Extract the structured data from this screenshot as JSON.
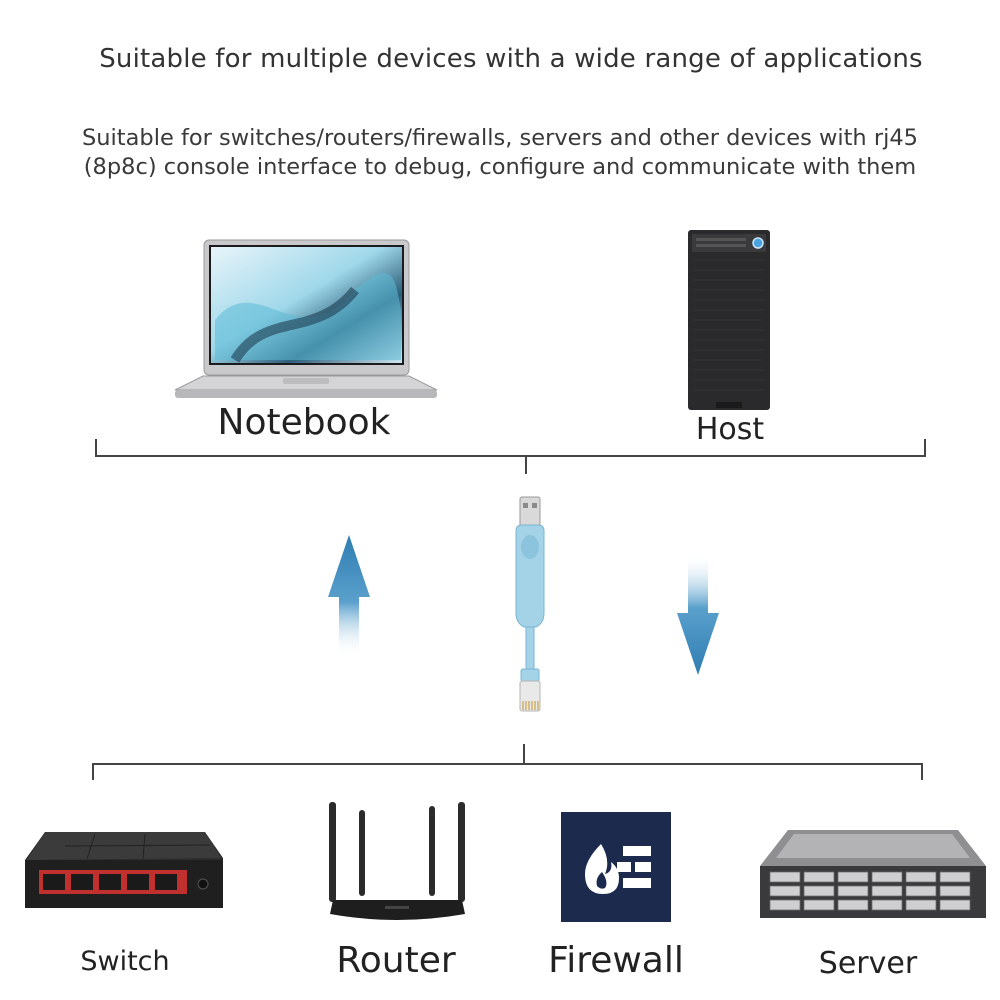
{
  "headline": "Suitable for multiple devices with a wide range of applications",
  "description_line1": "Suitable for switches/routers/firewalls, servers and other devices with rj45",
  "description_line2": "(8p8c) console interface to debug, configure and communicate with them",
  "top_devices": [
    {
      "label": "Notebook",
      "icon": "laptop-icon"
    },
    {
      "label": "Host",
      "icon": "desktop-tower-icon"
    }
  ],
  "bottom_devices": [
    {
      "label": "Switch",
      "icon": "network-switch-icon"
    },
    {
      "label": "Router",
      "icon": "wifi-router-icon"
    },
    {
      "label": "Firewall",
      "icon": "firewall-icon"
    },
    {
      "label": "Server",
      "icon": "rack-server-icon"
    }
  ],
  "colors": {
    "arrow": "#3f86b7",
    "cable": "#9fd0e6",
    "firewall_bg": "#1c2b4d",
    "switch_port": "#c0302f"
  }
}
